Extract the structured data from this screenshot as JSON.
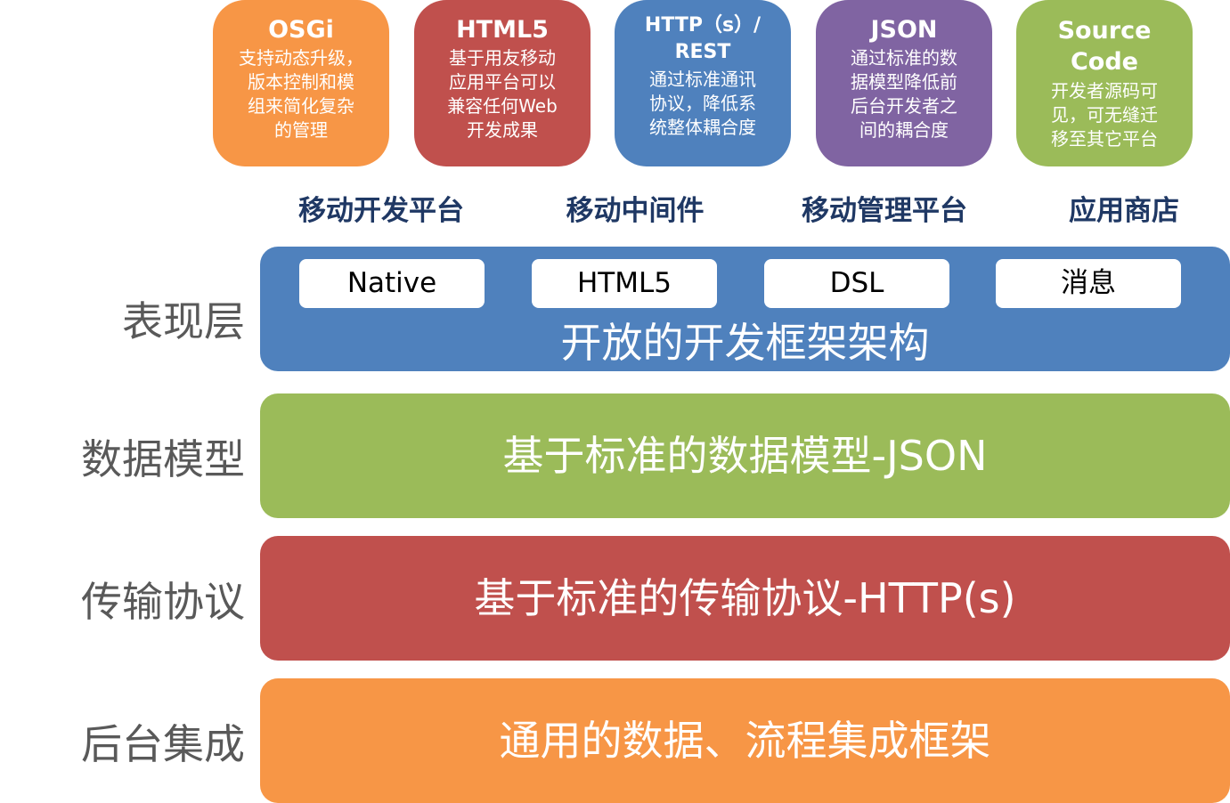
{
  "cards": [
    {
      "title": "OSGi",
      "desc_lines": [
        "支持动态升级，",
        "版本控制和模",
        "组来简化复杂",
        "的管理"
      ],
      "color": "#f79646"
    },
    {
      "title": "HTML5",
      "desc_lines": [
        "基于用友移动",
        "应用平台可以",
        "兼容任何Web",
        "开发成果"
      ],
      "color": "#c0504d"
    },
    {
      "title_lines": [
        "HTTP（s）/",
        "REST"
      ],
      "desc_lines": [
        "通过标准通讯",
        "协议，降低系",
        "统整体耦合度"
      ],
      "color": "#4f81bd"
    },
    {
      "title": "JSON",
      "desc_lines": [
        "通过标准的数",
        "据模型降低前",
        "后台开发者之",
        "间的耦合度"
      ],
      "color": "#8064a2"
    },
    {
      "title_lines": [
        "Source",
        "Code"
      ],
      "desc_lines": [
        "开发者源码可",
        "见，可无缝迁",
        "移至其它平台"
      ],
      "color": "#9bbb59"
    }
  ],
  "categories": [
    "移动开发平台",
    "移动中间件",
    "移动管理平台",
    "应用商店"
  ],
  "layers": [
    {
      "label": "表现层",
      "text": "开放的开发框架架构",
      "color": "#4f81bd",
      "chips": [
        "Native",
        "HTML5",
        "DSL",
        "消息"
      ]
    },
    {
      "label": "数据模型",
      "text": "基于标准的数据模型-JSON",
      "color": "#9bbb59"
    },
    {
      "label": "传输协议",
      "text": "基于标准的传输协议-HTTP(s)",
      "color": "#c0504d"
    },
    {
      "label": "后台集成",
      "text": "通用的数据、流程集成框架",
      "color": "#f79646"
    }
  ]
}
